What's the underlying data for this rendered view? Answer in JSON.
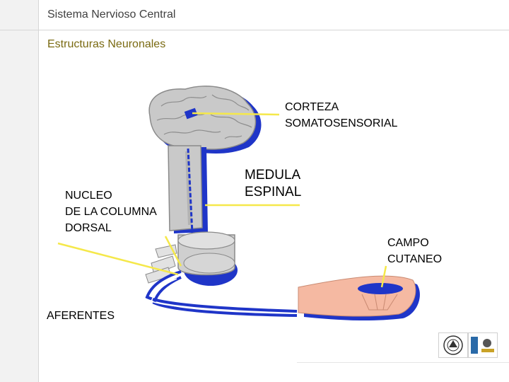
{
  "header": {
    "title": "Sistema Nervioso Central",
    "section": "Estructuras Neuronales"
  },
  "labels": {
    "corteza": "CORTEZA\nSOMATOSENSORIAL",
    "medula": "MEDULA\nESPINAL",
    "nucleo": "NUCLEO\nDE LA COLUMNA\nDORSAL",
    "campo": "CAMPO\nCUTANEO",
    "aferentes": "AFERENTES"
  },
  "colors": {
    "pointer_line": "#f5e84a",
    "pathway": "#1f35c8",
    "brain": "#c9c9c9",
    "skin": "#f5b9a2"
  },
  "logos": [
    "unam-seal-icon",
    "fes-logo-icon"
  ]
}
